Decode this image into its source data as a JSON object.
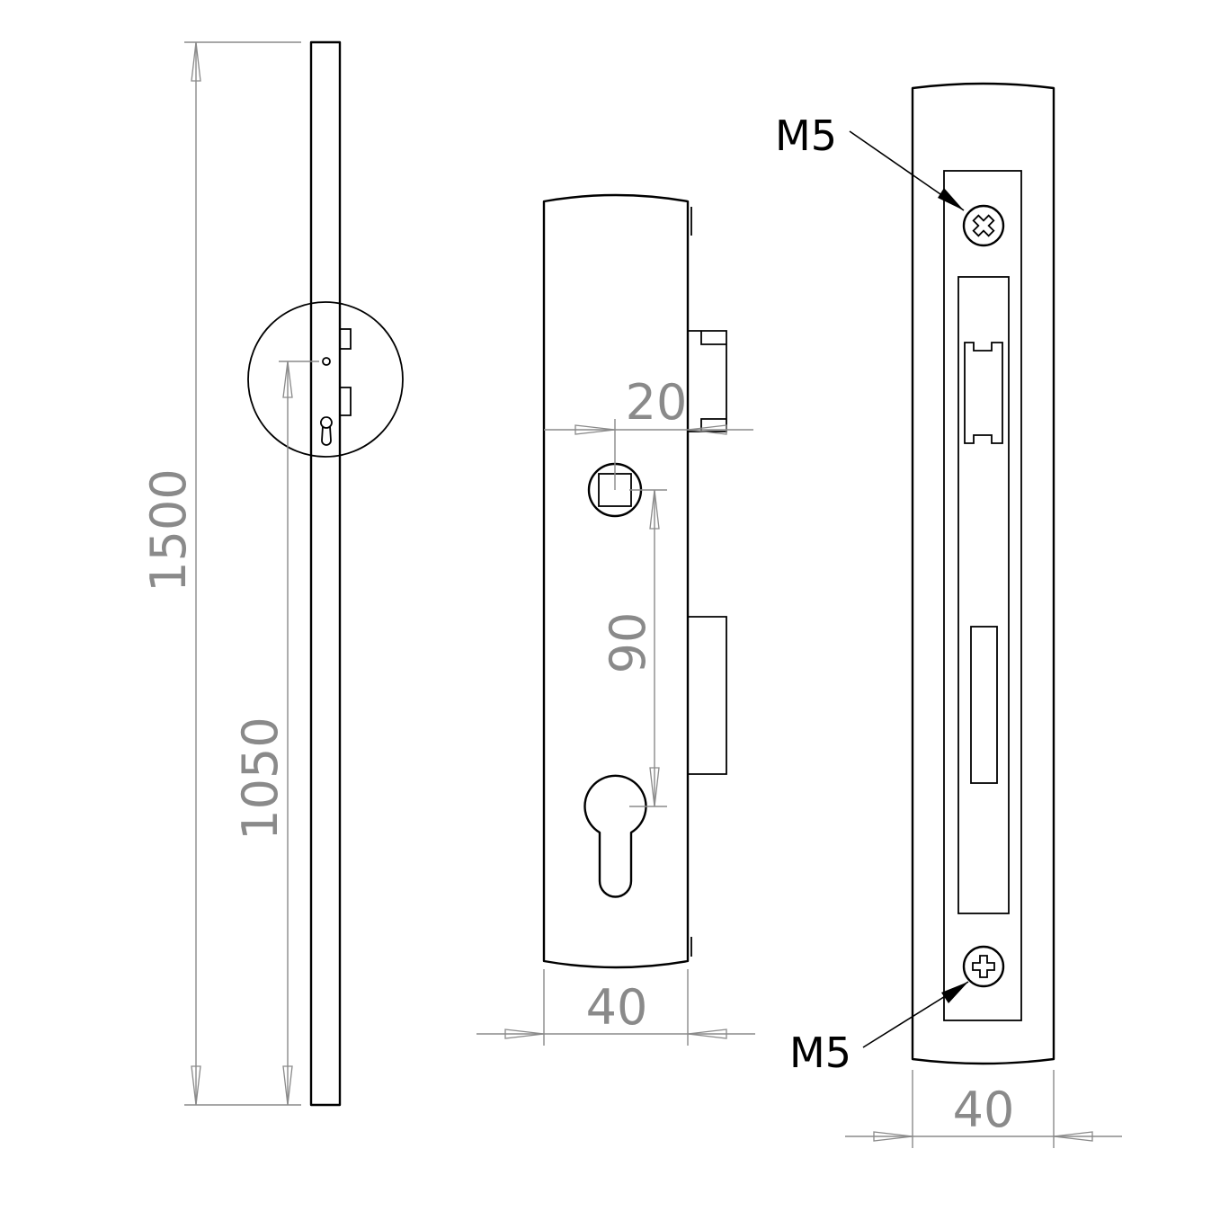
{
  "dimensions": {
    "total_length": "1500",
    "handle_height": "1050",
    "backset": "20",
    "centre_distance": "90",
    "faceplate_width_front": "40",
    "faceplate_width_side": "40"
  },
  "callouts": {
    "top_screw": "M5",
    "bottom_screw": "M5"
  },
  "colors": {
    "outline": "#000000",
    "dimension": "#8a8a8a",
    "background": "#ffffff"
  }
}
